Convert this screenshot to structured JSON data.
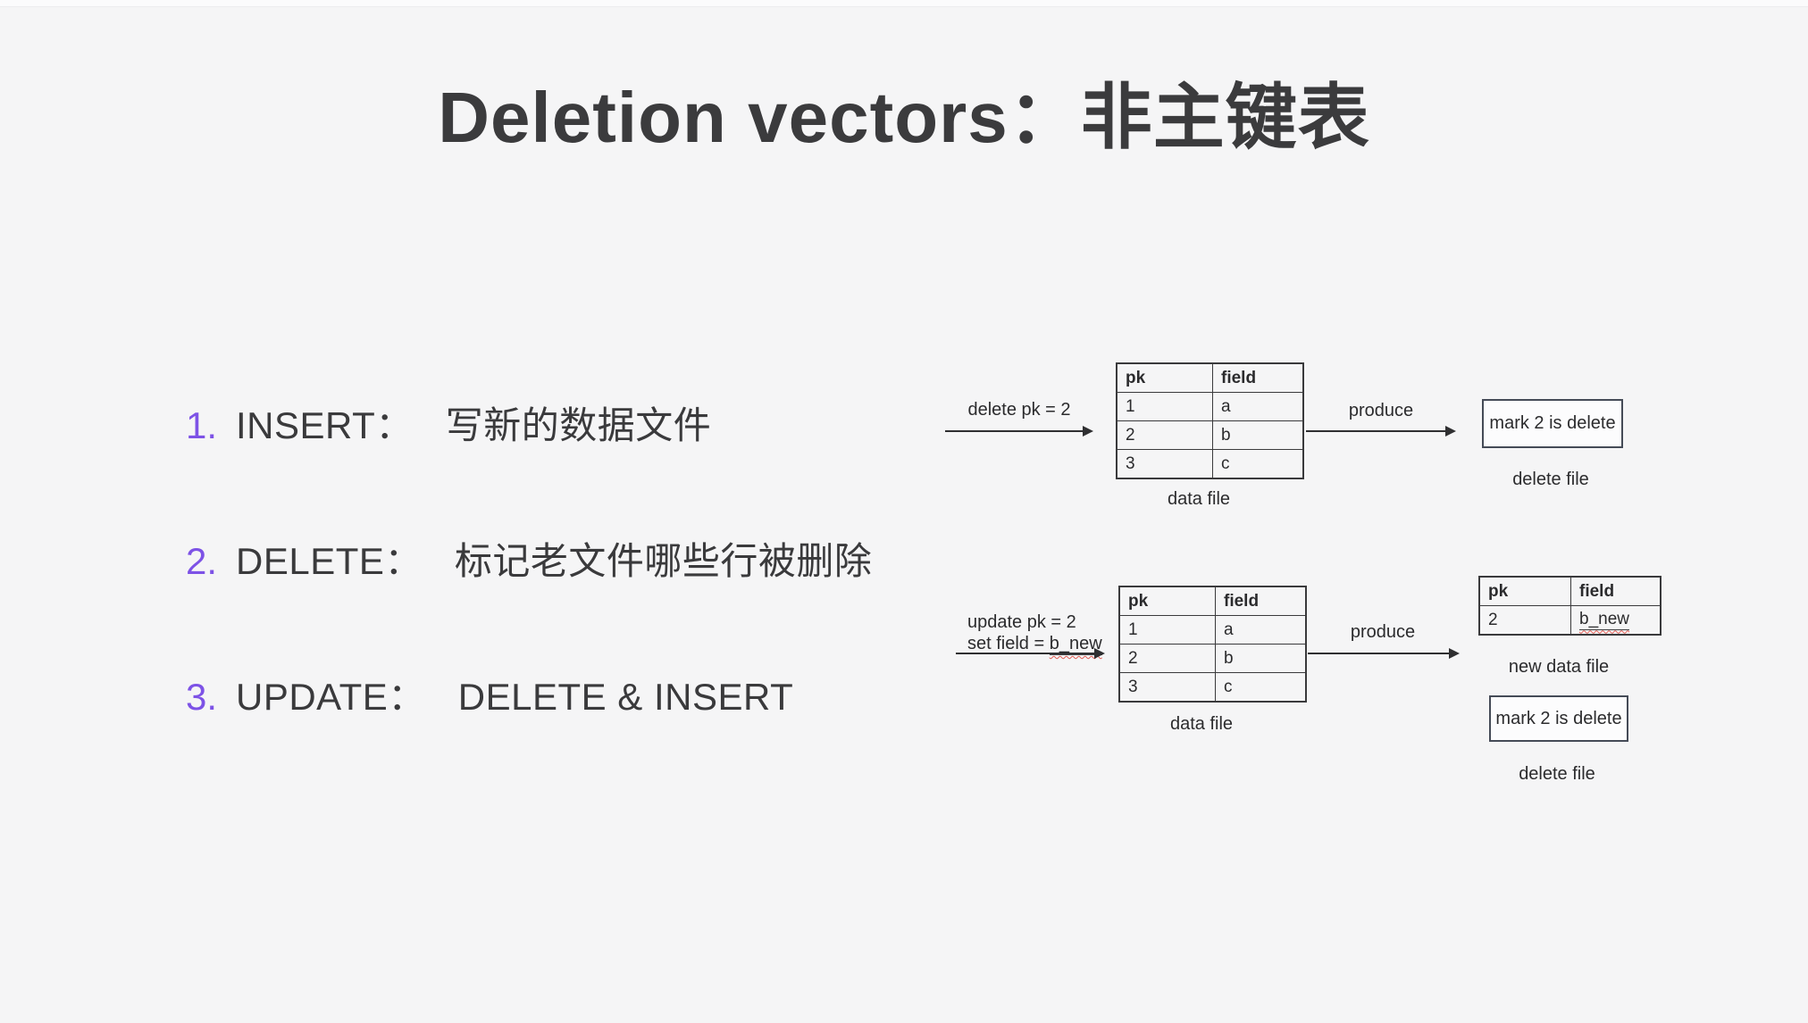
{
  "slide": {
    "title": "Deletion vectors：非主键表",
    "colors": {
      "accent": "#7d52e6",
      "text": "#3a3a3c",
      "squiggle_red": "#e05a52"
    }
  },
  "list": {
    "items": [
      {
        "number": "1.",
        "keyword": "INSERT：",
        "desc": "写新的数据文件"
      },
      {
        "number": "2.",
        "keyword": "DELETE：",
        "desc": "标记老文件哪些行被删除"
      },
      {
        "number": "3.",
        "keyword": "UPDATE：",
        "desc": "DELETE & INSERT"
      }
    ]
  },
  "diagram_delete": {
    "arrow1_label": "delete pk = 2",
    "table": {
      "headers": [
        "pk",
        "field"
      ],
      "rows": [
        [
          "1",
          "a"
        ],
        [
          "2",
          "b"
        ],
        [
          "3",
          "c"
        ]
      ],
      "caption": "data file"
    },
    "arrow2_label": "produce",
    "result_box_label": "mark 2 is delete",
    "result_caption": "delete file"
  },
  "diagram_update": {
    "arrow1_label_line1": "update pk = 2",
    "arrow1_label_line2_prefix": "set field = ",
    "arrow1_label_line2_value": "b_new",
    "table": {
      "headers": [
        "pk",
        "field"
      ],
      "rows": [
        [
          "1",
          "a"
        ],
        [
          "2",
          "b"
        ],
        [
          "3",
          "c"
        ]
      ],
      "caption": "data file"
    },
    "arrow2_label": "produce",
    "new_table": {
      "headers": [
        "pk",
        "field"
      ],
      "row": {
        "pk": "2",
        "field": "b_new"
      },
      "caption": "new data file"
    },
    "result_box_label": "mark 2 is delete",
    "result_caption": "delete file"
  }
}
